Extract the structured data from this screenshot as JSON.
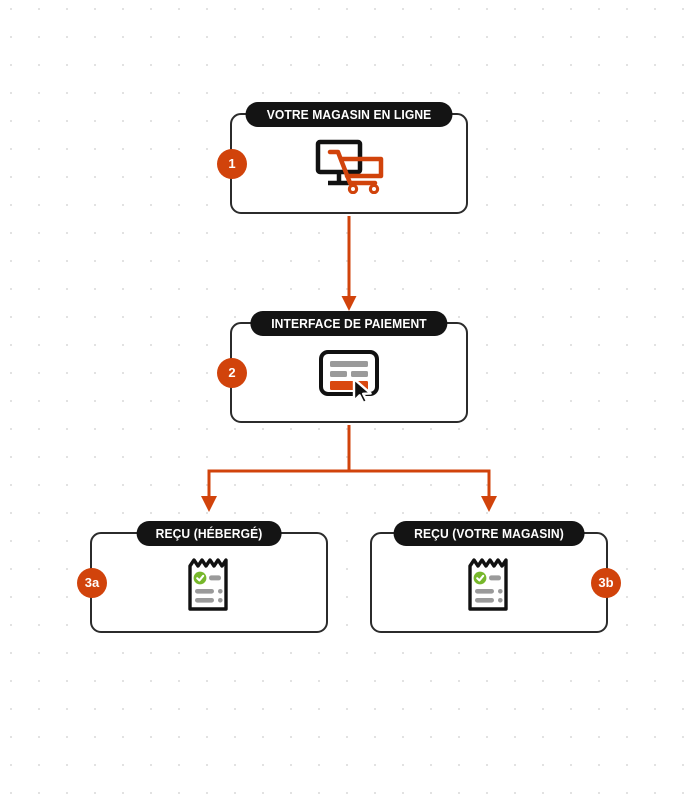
{
  "diagram": {
    "type": "flowchart",
    "accent_color": "#d1430b",
    "title_pill_color": "#141414",
    "border_color": "#2b2b2b",
    "background": "dotted-grid",
    "nodes": [
      {
        "id": "store",
        "badge": "1",
        "badge_side": "left",
        "title": "VOTRE MAGASIN EN LIGNE",
        "icon": "monitor-cart-icon"
      },
      {
        "id": "payment",
        "badge": "2",
        "badge_side": "left",
        "title": "INTERFACE DE PAIEMENT",
        "icon": "payment-form-cursor-icon"
      },
      {
        "id": "receipt_hosted",
        "badge": "3a",
        "badge_side": "left",
        "title": "REÇU (HÉBERGÉ)",
        "icon": "receipt-check-icon"
      },
      {
        "id": "receipt_store",
        "badge": "3b",
        "badge_side": "right",
        "title": "REÇU (VOTRE MAGASIN)",
        "icon": "receipt-check-icon"
      }
    ],
    "edges": [
      {
        "from": "store",
        "to": "payment"
      },
      {
        "from": "payment",
        "to": "receipt_hosted"
      },
      {
        "from": "payment",
        "to": "receipt_store"
      }
    ]
  }
}
